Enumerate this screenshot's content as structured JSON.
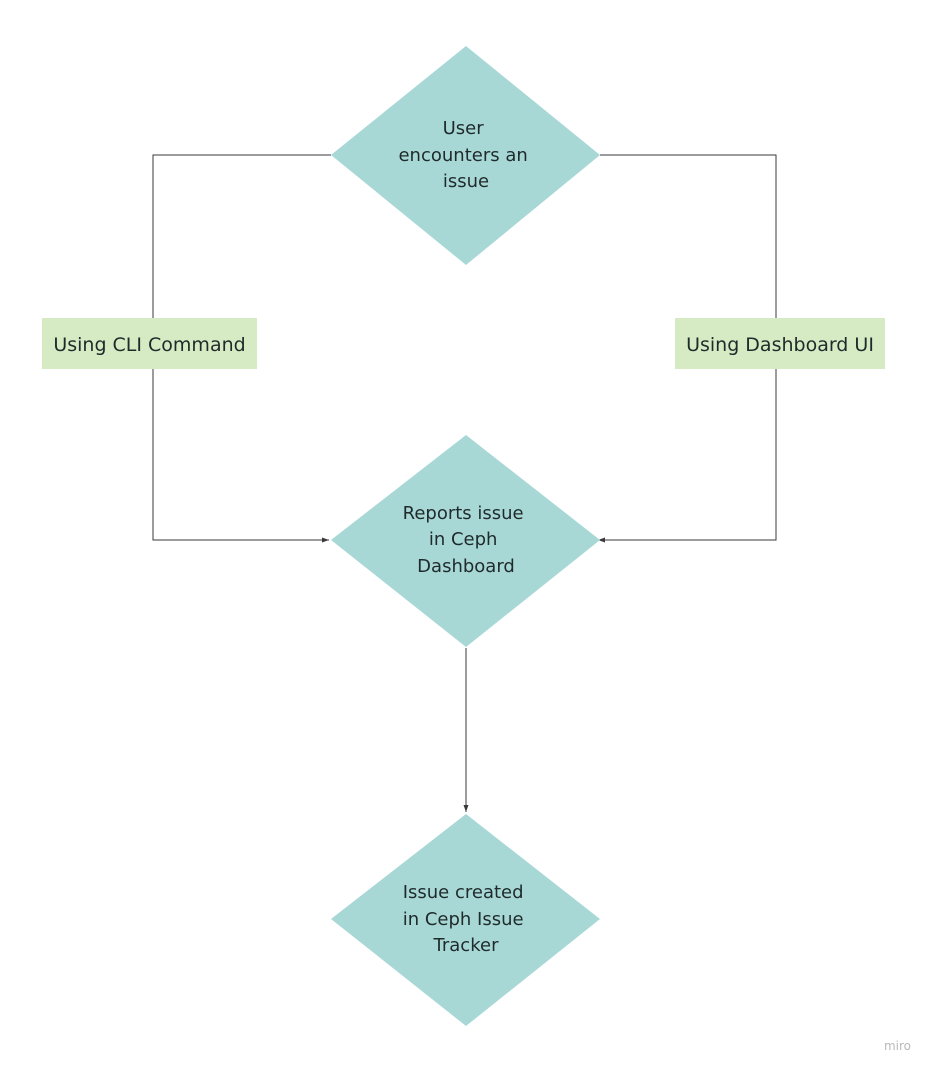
{
  "colors": {
    "diamond_fill": "#a8d8d6",
    "label_fill": "#d6ebc4",
    "edge": "#3a3a3a",
    "text": "#1f2a2a"
  },
  "nodes": {
    "user_issue": {
      "lines": [
        "User",
        "encounters an",
        "issue"
      ]
    },
    "reports_issue": {
      "lines": [
        "Reports issue",
        "in Ceph",
        "Dashboard"
      ]
    },
    "issue_created": {
      "lines": [
        "Issue created",
        "in Ceph Issue",
        "Tracker"
      ]
    }
  },
  "edge_labels": {
    "cli": "Using CLI Command",
    "dashboard": "Using Dashboard UI"
  },
  "watermark": "miro"
}
